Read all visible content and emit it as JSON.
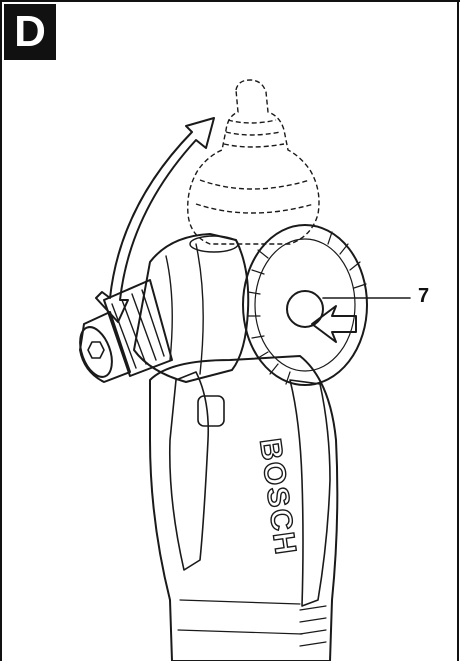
{
  "figure": {
    "letter": "D",
    "callout_number": "7",
    "brand_text": "BOSCH"
  },
  "colors": {
    "ink": "#111111",
    "tool_light": "#f2f2f2",
    "tool_mid": "#d6d6d6",
    "tool_dark": "#a8a8a8",
    "button": "#8c8c8c"
  }
}
